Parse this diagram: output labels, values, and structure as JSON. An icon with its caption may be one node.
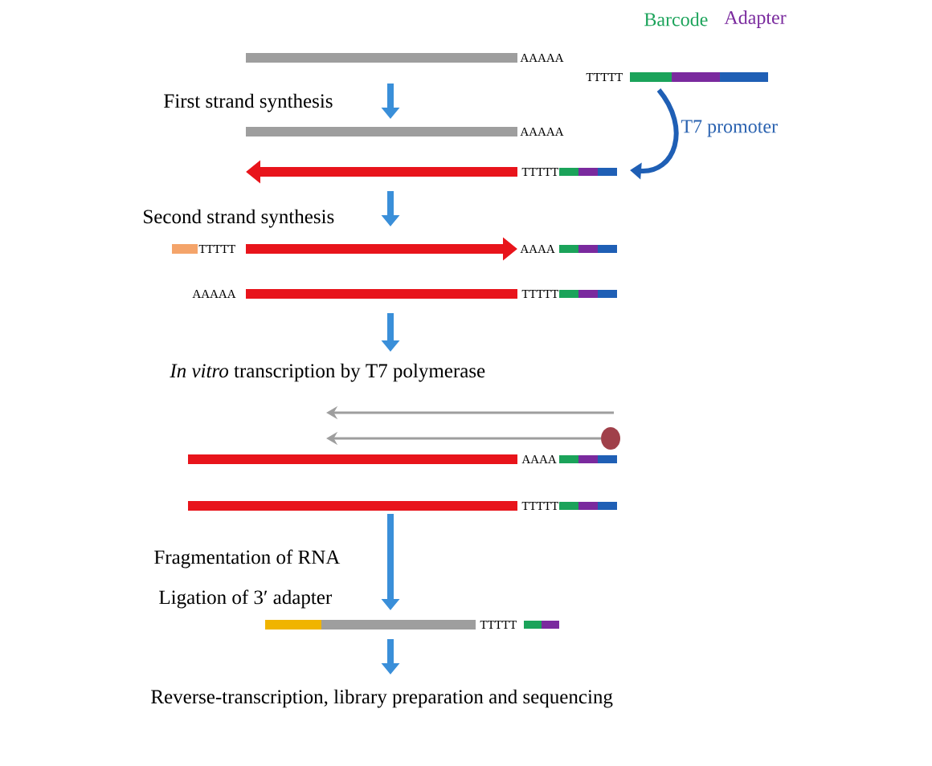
{
  "diagram": {
    "labels": [
      "Barcode",
      "Adapter",
      "AAAAA",
      "TTTTT",
      "First strand synthesis",
      "T7 promoter",
      "AAAAA",
      "TTTTT",
      "Second strand synthesis",
      "TTTTT",
      "AAAA",
      "AAAAA",
      "TTTTT",
      "*In vitro* transcription by T7 polymerase",
      "AAAA",
      "TTTTT",
      "Fragmentation of RNA",
      "Ligation of 3′ adapter",
      "TTTTT",
      "Reverse-transcription, library preparation and sequencing"
    ]
  }
}
